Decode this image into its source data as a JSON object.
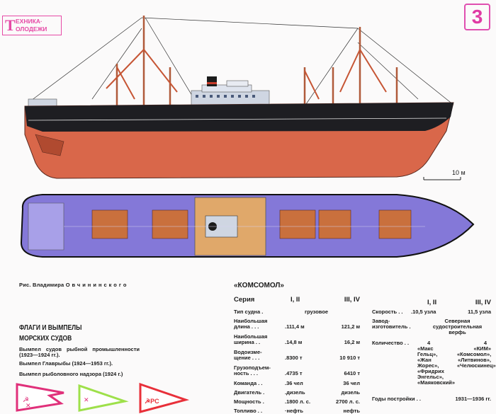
{
  "magazine": {
    "logo_line1": "ЕХНИКА·",
    "logo_line2": "ОЛОДЕЖИ",
    "logo_letter": "Т",
    "issue_number": "3"
  },
  "illustration": {
    "scale_label": "10 м",
    "caption_prefix": "Рис. Владимира",
    "caption_author": "Овчининского",
    "colors": {
      "hull": "#d9674a",
      "topside": "#1e1e22",
      "deck": "#8478d8",
      "cargo": "#c9703d",
      "superstructure": "#cfd6e2"
    }
  },
  "flags": {
    "title_line1": "ФЛАГИ И ВЫМПЕЛЫ",
    "title_line2": "МОРСКИХ СУДОВ",
    "items": [
      {
        "label": "Вымпел судов рыбной промышленности (1923—1924 гг.).",
        "color": "#e0307a"
      },
      {
        "label": "Вымпел Главрыбы (1924—1953 гг.).",
        "color": "#9ee04a"
      },
      {
        "label": "Вымпел рыболовного надзора (1924 г.)",
        "color": "#e8303a"
      }
    ]
  },
  "specs": {
    "ship_name": "«КОМСОМОЛ»",
    "header": {
      "label": "Серия",
      "col1": "I, II",
      "col2": "III, IV"
    },
    "rows": [
      {
        "label": "Тип судна .",
        "span": "грузовое"
      },
      {
        "label1": "Наибольшая",
        "label": "длина . . .",
        "v1": ".111,4 м",
        "v2": "121,2 м"
      },
      {
        "label1": "Наибольшая",
        "label": "ширина . .",
        "v1": ".14,8 м",
        "v2": "16,2 м"
      },
      {
        "label1": "Водоизме-",
        "label": "щение . . .",
        "v1": ".8300 т",
        "v2": "10 910 т"
      },
      {
        "label1": "Грузоподъем-",
        "label": "ность . . .",
        "v1": ".4735 т",
        "v2": "6410 т"
      },
      {
        "label": "Команда . .",
        "v1": ".36 чел",
        "v2": "36 чел"
      },
      {
        "label": "Двигатель .",
        "v1": ".дизель",
        "v2": "дизель"
      },
      {
        "label": "Мощность .",
        "v1": ".1800 л. с.",
        "v2": "2700 л. с."
      },
      {
        "label": "Топливо . .",
        "v1": "·нефть",
        "v2": "нефть"
      }
    ],
    "right_header": {
      "col1": "I, II",
      "col2": "III, IV"
    },
    "speed": {
      "label": "Скорость . .",
      "v1": ".10,5 узла",
      "v2": "11,5 узла"
    },
    "builder": {
      "label1": "Завод-",
      "label2": "изготовитель .",
      "value": "Северная судостроительная верфь"
    },
    "quantity": {
      "label": "Количество . .",
      "n1": "4",
      "n2": "4",
      "names1": "«Макс Гельц», «Жан Жорес», «Фридрих Энгельс», «Маяковский»",
      "names2": "«КИМ» «Комсомол», «Литвинов», «Челюскинец»"
    },
    "years": {
      "label": "Годы постройки . .",
      "value": "1931—1936 гг."
    }
  }
}
